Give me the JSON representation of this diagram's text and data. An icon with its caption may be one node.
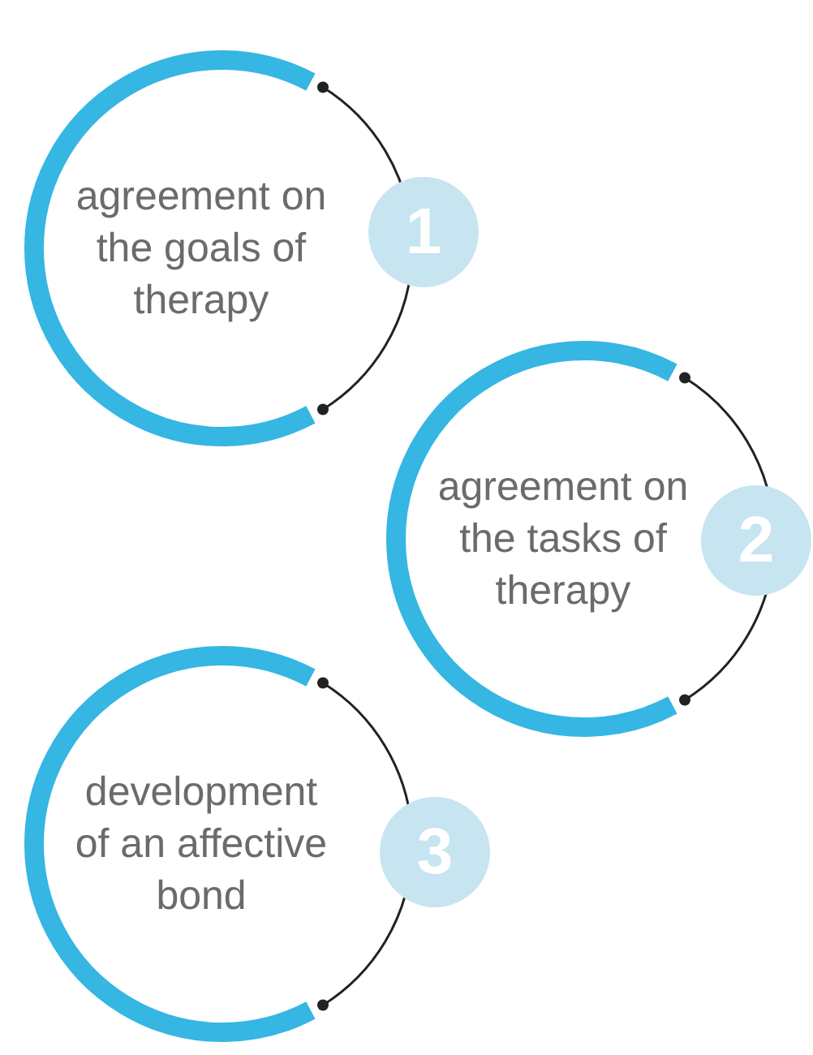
{
  "diagram": {
    "nodes": [
      {
        "text": [
          "agreement on the goals of therapy"
        ]
      },
      {
        "text": [
          "1"
        ]
      },
      {
        "text": [
          "agreement on the tasks of therapy"
        ]
      },
      {
        "text": [
          "2"
        ]
      },
      {
        "text": [
          "development of an affective bond"
        ]
      },
      {
        "text": [
          "3"
        ]
      }
    ]
  }
}
